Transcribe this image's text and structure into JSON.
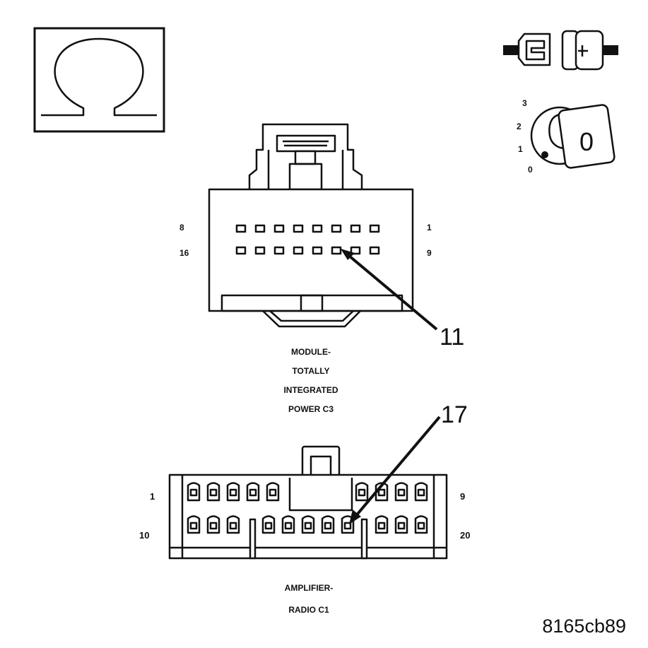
{
  "symbols": {
    "ohm_meter_icon": "ohm-symbol-icon",
    "disconnect_icon": "connector-disconnect-icon",
    "ignition_icon": "ignition-key-icon",
    "ignition_positions": [
      "3",
      "2",
      "1",
      "0"
    ],
    "ignition_key_setting": "0"
  },
  "tipm_connector": {
    "pin_label_top_left": "8",
    "pin_label_top_right": "1",
    "pin_label_bottom_left": "16",
    "pin_label_bottom_right": "9",
    "callout": "11",
    "name_lines": [
      "MODULE-",
      "TOTALLY",
      "INTEGRATED",
      "POWER C3"
    ]
  },
  "amp_connector": {
    "pin_label_top_left": "1",
    "pin_label_top_right": "9",
    "pin_label_bottom_left": "10",
    "pin_label_bottom_right": "20",
    "callout": "17",
    "name_lines": [
      "AMPLIFIER-",
      "RADIO C1"
    ]
  },
  "figure_id": "8165cb89"
}
